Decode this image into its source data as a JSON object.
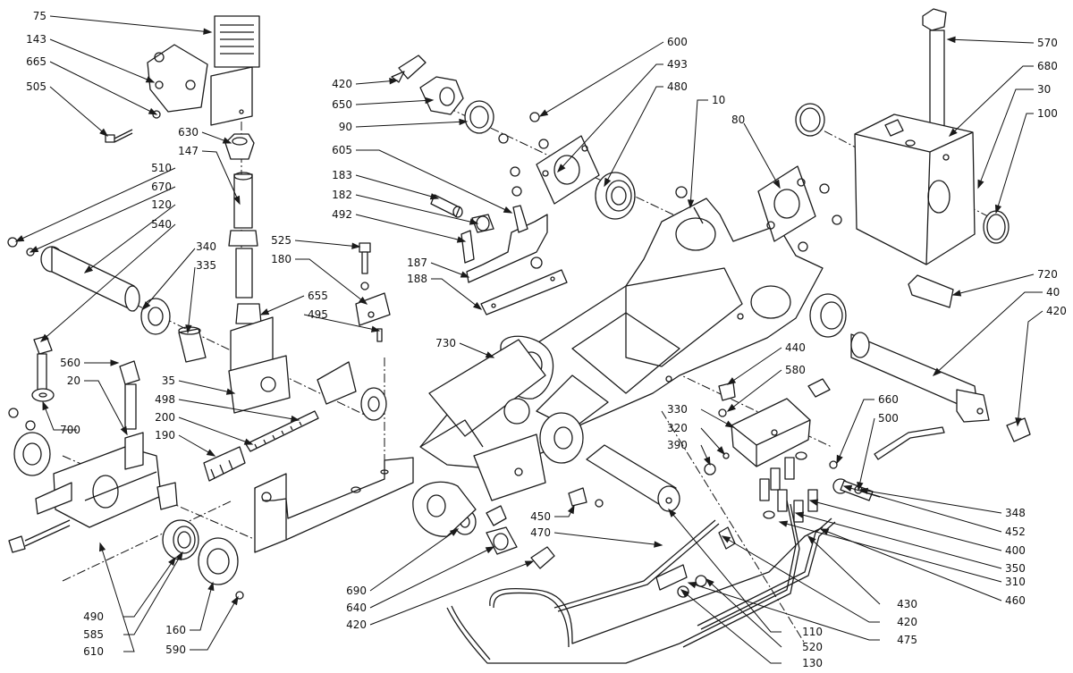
{
  "diagram": {
    "callouts": [
      {
        "id": "75",
        "label": "75"
      },
      {
        "id": "143",
        "label": "143"
      },
      {
        "id": "665",
        "label": "665"
      },
      {
        "id": "505",
        "label": "505"
      },
      {
        "id": "630",
        "label": "630"
      },
      {
        "id": "147",
        "label": "147"
      },
      {
        "id": "510",
        "label": "510"
      },
      {
        "id": "670",
        "label": "670"
      },
      {
        "id": "120",
        "label": "120"
      },
      {
        "id": "540",
        "label": "540"
      },
      {
        "id": "340",
        "label": "340"
      },
      {
        "id": "335",
        "label": "335"
      },
      {
        "id": "525",
        "label": "525"
      },
      {
        "id": "180",
        "label": "180"
      },
      {
        "id": "655",
        "label": "655"
      },
      {
        "id": "495",
        "label": "495"
      },
      {
        "id": "560",
        "label": "560"
      },
      {
        "id": "20",
        "label": "20"
      },
      {
        "id": "35",
        "label": "35"
      },
      {
        "id": "498",
        "label": "498"
      },
      {
        "id": "200",
        "label": "200"
      },
      {
        "id": "190",
        "label": "190"
      },
      {
        "id": "700",
        "label": "700"
      },
      {
        "id": "420a",
        "label": "420"
      },
      {
        "id": "650",
        "label": "650"
      },
      {
        "id": "90",
        "label": "90"
      },
      {
        "id": "605",
        "label": "605"
      },
      {
        "id": "183",
        "label": "183"
      },
      {
        "id": "182",
        "label": "182"
      },
      {
        "id": "492",
        "label": "492"
      },
      {
        "id": "187",
        "label": "187"
      },
      {
        "id": "188",
        "label": "188"
      },
      {
        "id": "730",
        "label": "730"
      },
      {
        "id": "600",
        "label": "600"
      },
      {
        "id": "493",
        "label": "493"
      },
      {
        "id": "480",
        "label": "480"
      },
      {
        "id": "10",
        "label": "10"
      },
      {
        "id": "80",
        "label": "80"
      },
      {
        "id": "570",
        "label": "570"
      },
      {
        "id": "680",
        "label": "680"
      },
      {
        "id": "30",
        "label": "30"
      },
      {
        "id": "100",
        "label": "100"
      },
      {
        "id": "720",
        "label": "720"
      },
      {
        "id": "40",
        "label": "40"
      },
      {
        "id": "420b",
        "label": "420"
      },
      {
        "id": "440",
        "label": "440"
      },
      {
        "id": "580",
        "label": "580"
      },
      {
        "id": "660",
        "label": "660"
      },
      {
        "id": "330",
        "label": "330"
      },
      {
        "id": "500",
        "label": "500"
      },
      {
        "id": "320",
        "label": "320"
      },
      {
        "id": "390",
        "label": "390"
      },
      {
        "id": "348",
        "label": "348"
      },
      {
        "id": "452",
        "label": "452"
      },
      {
        "id": "400",
        "label": "400"
      },
      {
        "id": "350",
        "label": "350"
      },
      {
        "id": "310",
        "label": "310"
      },
      {
        "id": "460",
        "label": "460"
      },
      {
        "id": "430",
        "label": "430"
      },
      {
        "id": "420c",
        "label": "420"
      },
      {
        "id": "475",
        "label": "475"
      },
      {
        "id": "450",
        "label": "450"
      },
      {
        "id": "470",
        "label": "470"
      },
      {
        "id": "690",
        "label": "690"
      },
      {
        "id": "640",
        "label": "640"
      },
      {
        "id": "420d",
        "label": "420"
      },
      {
        "id": "110",
        "label": "110"
      },
      {
        "id": "520",
        "label": "520"
      },
      {
        "id": "130",
        "label": "130"
      },
      {
        "id": "490",
        "label": "490"
      },
      {
        "id": "585",
        "label": "585"
      },
      {
        "id": "610",
        "label": "610"
      },
      {
        "id": "160",
        "label": "160"
      },
      {
        "id": "590",
        "label": "590"
      }
    ]
  }
}
